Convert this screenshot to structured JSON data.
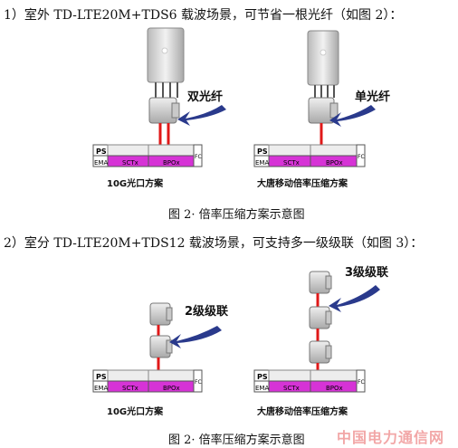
{
  "section1": {
    "text": "1）室外 TD-LTE20M+TDS6 载波场景，可节省一根光纤（如图 2）：",
    "callout_left": "双光纤",
    "callout_right": "单光纤",
    "label_left": "10G光口方案",
    "label_right": "大唐移动倍率压缩方案",
    "caption": "图 2· 倍率压缩方案示意图"
  },
  "section2": {
    "text": "2）室分 TD-LTE20M+TDS12 载波场景，可支持多一级级联（如图 3）：",
    "callout_left": "2级级联",
    "callout_right": "3级级联",
    "label_left": "10G光口方案",
    "label_right": "大唐移动倍率压缩方案",
    "caption": "图 2· 倍率压缩方案示意图"
  },
  "chassis": {
    "ps": "PS",
    "ema": "EMA",
    "fc": "FC",
    "left_card_10g": "SCTx",
    "right_card_10g": "BPOx",
    "left_card_dt": "SCTx",
    "right_card_dt": "BPOx"
  },
  "watermark": "中国电力通信网",
  "colors": {
    "card": "#d633d6",
    "fiber": "#e01818",
    "arrow": "#2a3a8c"
  }
}
